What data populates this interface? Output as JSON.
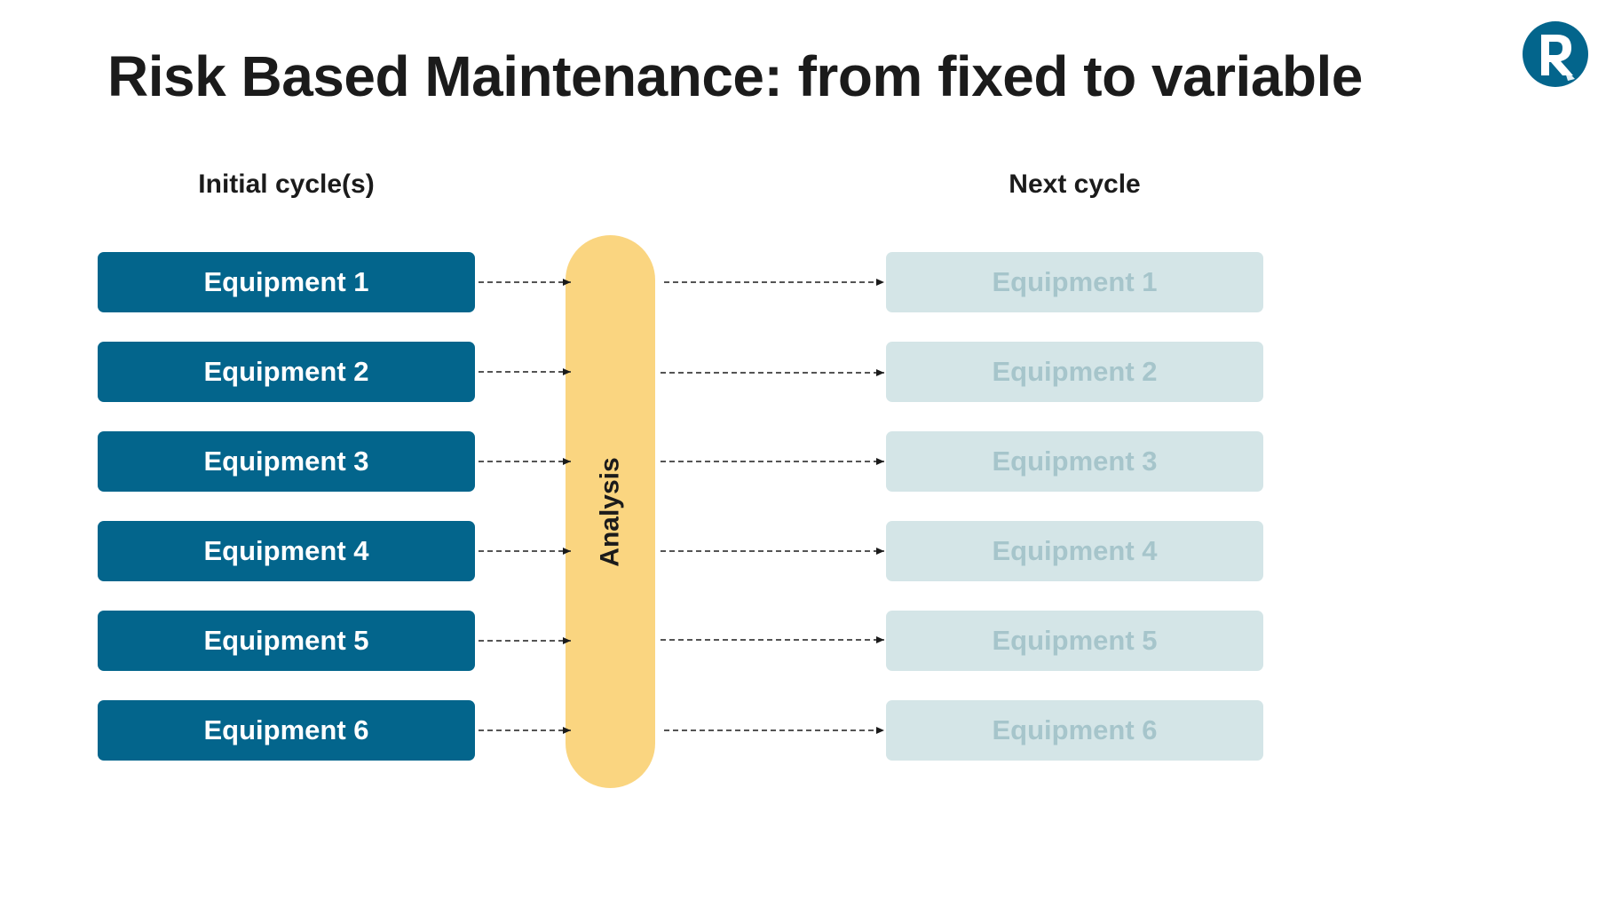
{
  "title": "Risk Based Maintenance: from fixed to variable",
  "logo": {
    "icon": "r-logo-icon",
    "letter": "R",
    "color": "#03658c"
  },
  "columns": {
    "initial": "Initial cycle(s)",
    "next": "Next cycle"
  },
  "analysis": "Analysis",
  "initial_items": [
    "Equipment 1",
    "Equipment 2",
    "Equipment 3",
    "Equipment 4",
    "Equipment 5",
    "Equipment 6"
  ],
  "next_items": [
    "Equipment 1",
    "Equipment 2",
    "Equipment 3",
    "Equipment 4",
    "Equipment 5",
    "Equipment 6"
  ],
  "colors": {
    "initial_box": "#03658c",
    "next_box": "#d4e5e7",
    "next_text": "#a6c5cb",
    "analysis": "#fad580"
  }
}
